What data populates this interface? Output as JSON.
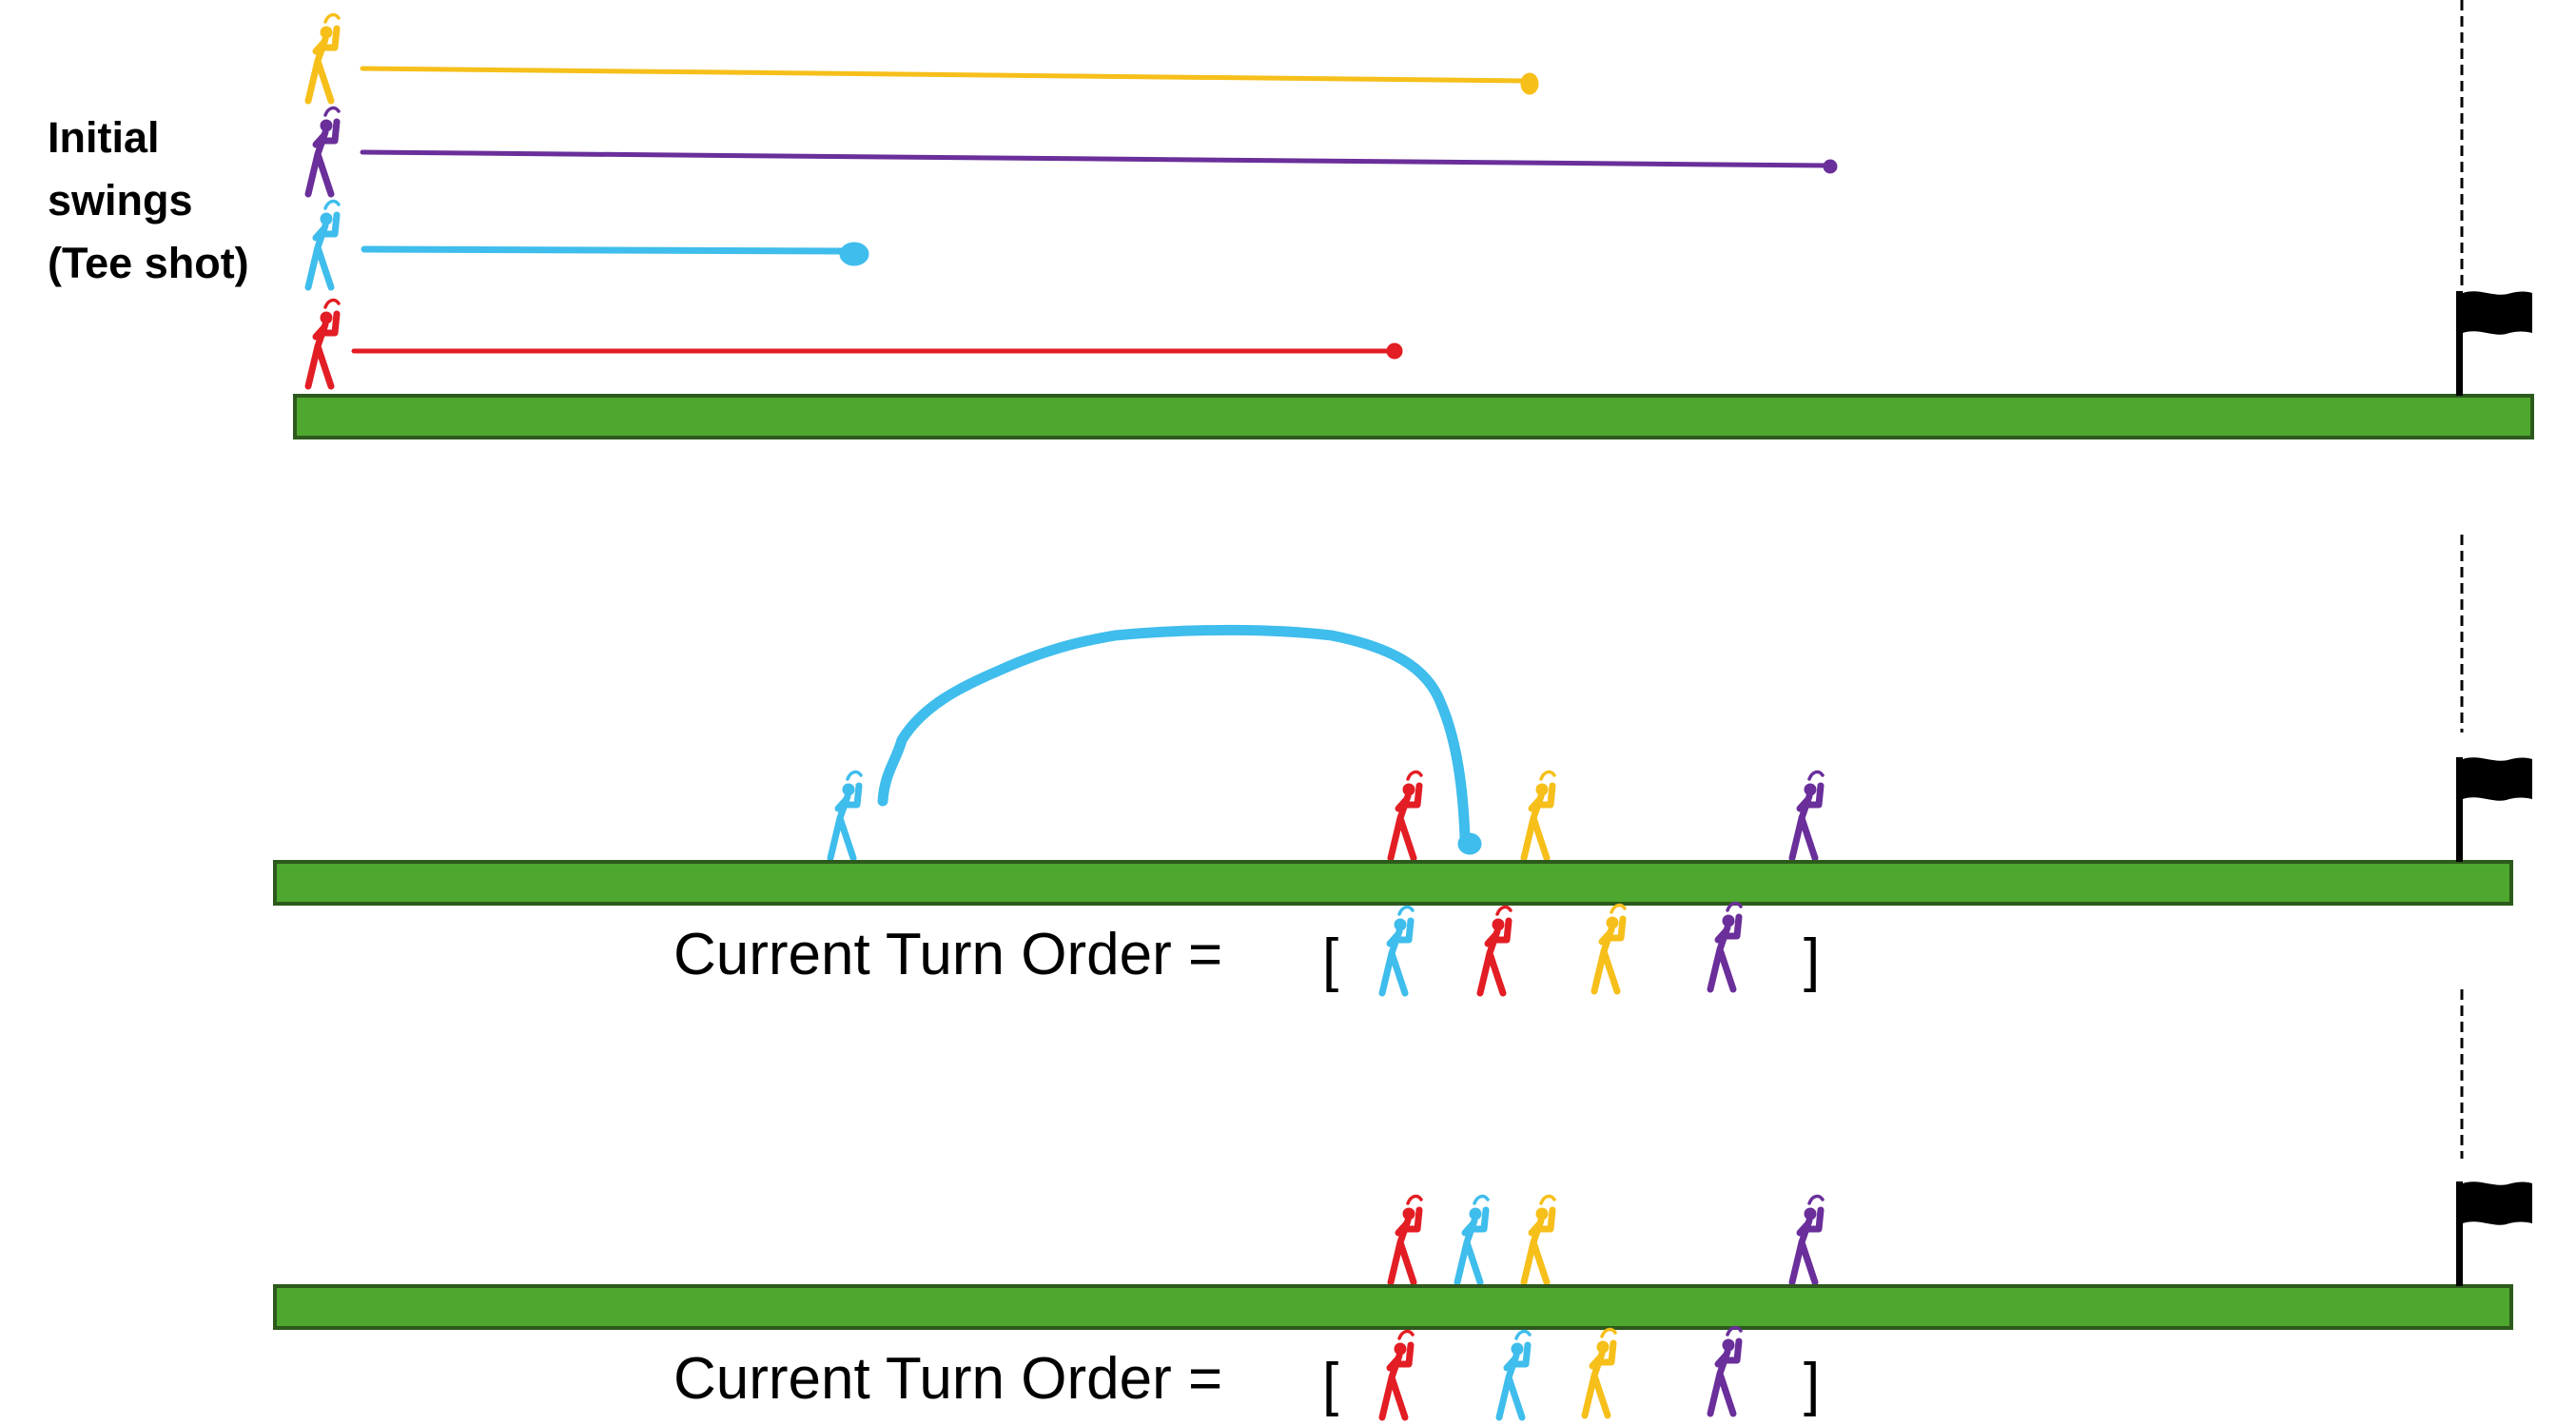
{
  "colors": {
    "yellow": "#f6bf1a",
    "purple": "#6a2f9a",
    "blue": "#3fbdec",
    "red": "#e31d24",
    "fairway_fill": "#4ea72e",
    "fairway_stroke": "#2c5a1c",
    "flag": "#000000"
  },
  "icons": {
    "player": "golfer-icon",
    "hole": "flag-icon"
  },
  "panel1": {
    "caption_lines": [
      "Initial",
      "swings",
      "(Tee shot)"
    ],
    "players_top_to_bottom": [
      "yellow",
      "purple",
      "blue",
      "red"
    ]
  },
  "panel2": {
    "turn_label": "Current Turn Order =",
    "open_bracket": "[",
    "close_bracket": "]",
    "turn_order": [
      "blue",
      "red",
      "yellow",
      "purple"
    ],
    "course_positions_left_to_right": [
      "blue",
      "red",
      "yellow",
      "purple"
    ],
    "shot_player": "blue"
  },
  "panel3": {
    "turn_label": "Current Turn Order =",
    "open_bracket": "[",
    "close_bracket": "]",
    "turn_order": [
      "red",
      "blue",
      "yellow",
      "purple"
    ],
    "course_positions_left_to_right": [
      "red",
      "blue",
      "yellow",
      "purple"
    ]
  }
}
